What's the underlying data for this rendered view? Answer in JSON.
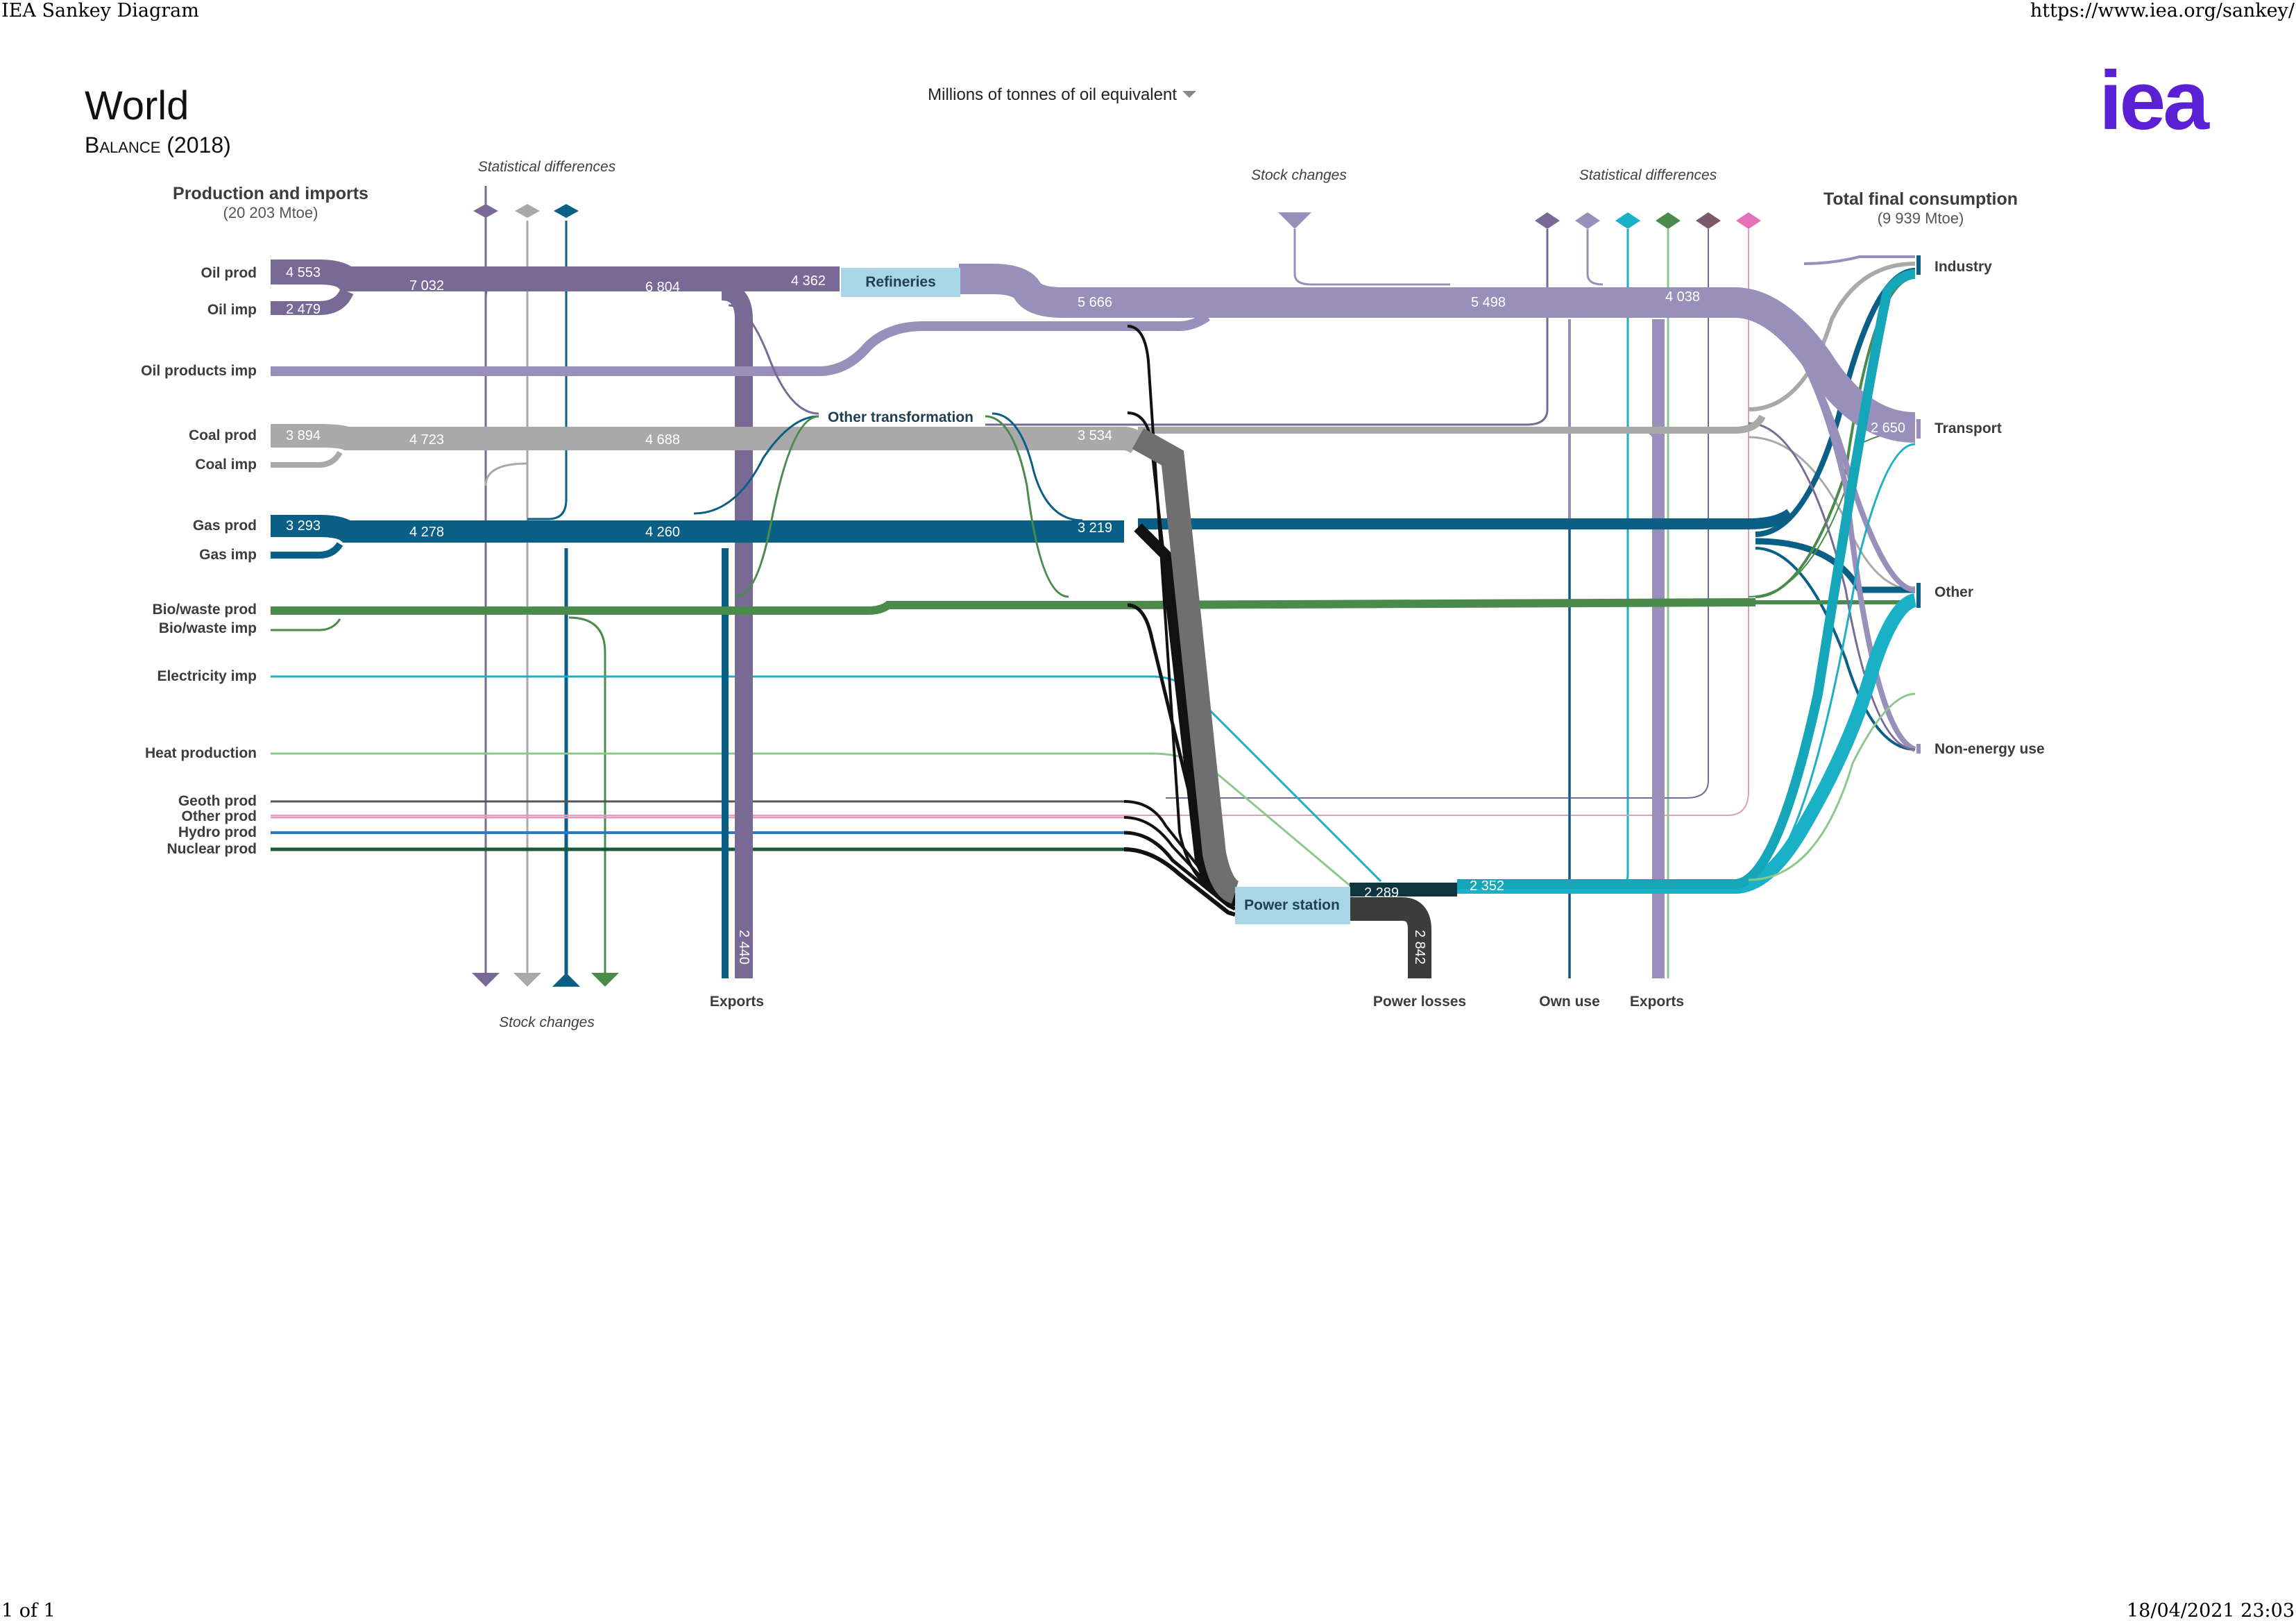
{
  "print_header": {
    "left": "IEA Sankey Diagram",
    "right": "https://www.iea.org/sankey/"
  },
  "print_footer": {
    "left": "1 of 1",
    "right": "18/04/2021 23:03"
  },
  "title": {
    "region": "World",
    "subtitle": "Balance (2018)"
  },
  "unit_selector": {
    "selected": "Millions of tonnes of oil equivalent"
  },
  "logo": {
    "text": "iea",
    "color": "#5a20d4"
  },
  "colors": {
    "oil": "#786a95",
    "oil_products": "#9890ba",
    "coal": "#a9a9a9",
    "gas": "#0a5f86",
    "biowaste": "#4a8a4a",
    "electricity": "#1ab0c6",
    "heat": "#8cc78c",
    "geoth": "#555555",
    "other": "#e39cc0",
    "hydro": "#2a78c8",
    "nuclear": "#1c5a3c",
    "power": "#3c3c3c",
    "node_fill": "#a9d6e7"
  },
  "left_group": {
    "title": "Production and imports",
    "subtitle": "(20 203 Mtoe)"
  },
  "sources": [
    {
      "label": "Oil prod",
      "value": "4 553"
    },
    {
      "label": "Oil imp",
      "value": "2 479"
    },
    {
      "label": "Oil products imp",
      "value": ""
    },
    {
      "label": "Coal prod",
      "value": "3 894"
    },
    {
      "label": "Coal imp",
      "value": ""
    },
    {
      "label": "Gas prod",
      "value": "3 293"
    },
    {
      "label": "Gas imp",
      "value": ""
    },
    {
      "label": "Bio/waste prod",
      "value": ""
    },
    {
      "label": "Bio/waste imp",
      "value": ""
    },
    {
      "label": "Electricity imp",
      "value": ""
    },
    {
      "label": "Heat production",
      "value": ""
    },
    {
      "label": "Geoth prod",
      "value": ""
    },
    {
      "label": "Other prod",
      "value": ""
    },
    {
      "label": "Hydro prod",
      "value": ""
    },
    {
      "label": "Nuclear prod",
      "value": ""
    }
  ],
  "flow_values": {
    "oil_total": "7 032",
    "oil_after_stock": "6 804",
    "oil_to_refineries": "4 362",
    "oil_exports": "2 440",
    "oil_products_out": "5 666",
    "oil_products_mid": "5 498",
    "oil_products_final": "4 038",
    "transport_in": "2 650",
    "coal_total": "4 723",
    "coal_after_stock": "4 688",
    "coal_mid": "3 534",
    "gas_total": "4 278",
    "gas_after_stock": "4 260",
    "gas_mid": "3 219",
    "power_out": "2 289",
    "electricity_final": "2 352",
    "power_losses": "2 842"
  },
  "nodes": {
    "refineries": "Refineries",
    "other_transformation": "Other transformation",
    "power_station": "Power station"
  },
  "top_labels": {
    "stat_diff_left": "Statistical differences",
    "stock_changes_top": "Stock  changes",
    "stat_diff_right": "Statistical differences"
  },
  "bottom_labels": {
    "stock_changes": "Stock changes",
    "exports_left": "Exports",
    "power_losses": "Power losses",
    "own_use": "Own use",
    "exports_right": "Exports"
  },
  "right_group": {
    "title": "Total final consumption",
    "subtitle": "(9 939 Mtoe)"
  },
  "sectors": [
    {
      "label": "Industry"
    },
    {
      "label": "Transport"
    },
    {
      "label": "Other"
    },
    {
      "label": "Non-energy use"
    }
  ]
}
